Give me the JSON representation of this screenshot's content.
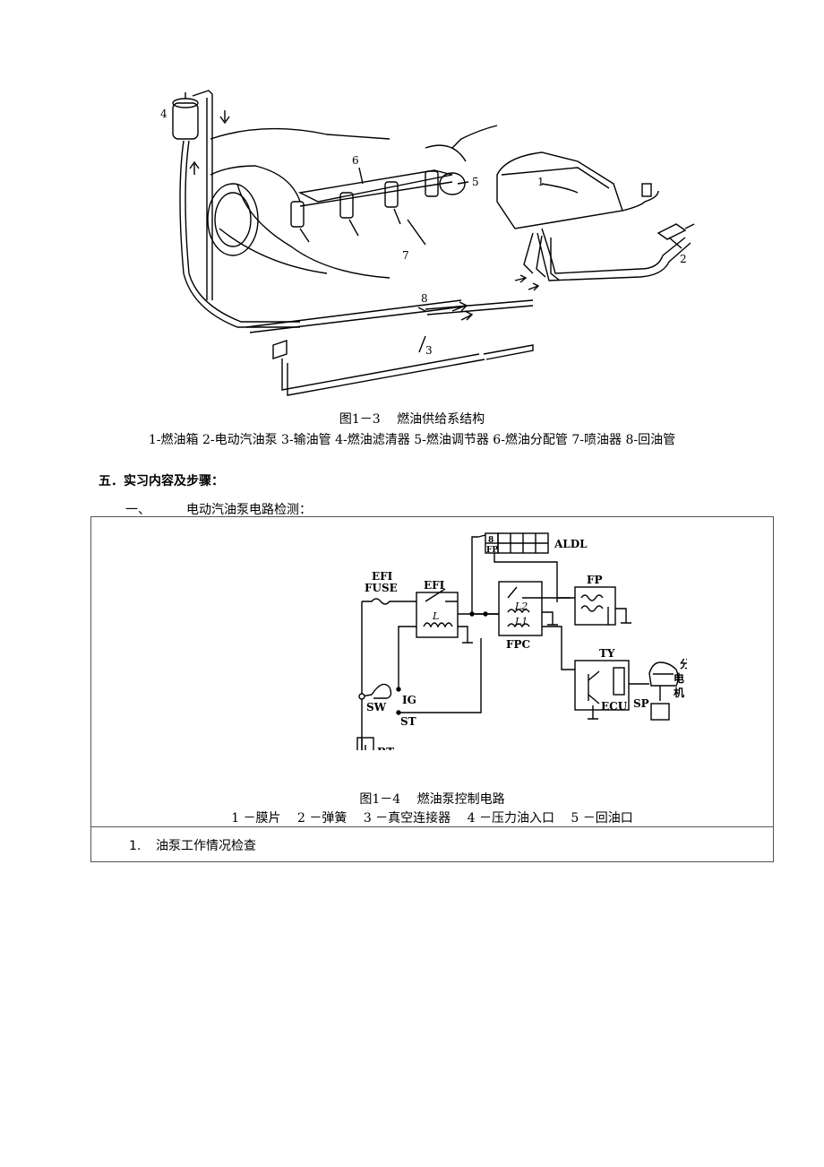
{
  "figure1": {
    "caption": "图1－3　 燃油供给系结构",
    "legend": "1-燃油箱  2-电动汽油泵  3-输油管  4-燃油滤清器  5-燃油调节器  6-燃油分配管  7-喷油器  8-回油管",
    "labels": {
      "l1": "1",
      "l2": "2",
      "l3": "3",
      "l4": "4",
      "l5": "5",
      "l6": "6",
      "l7": "7",
      "l8": "8"
    }
  },
  "section": {
    "heading": "五．实习内容及步骤：",
    "sub_number": "一、",
    "sub_title": "电动汽油泵电路检测："
  },
  "figure2": {
    "caption": "图1－4　 燃油泵控制电路",
    "legend": "1 －膜片　 2 －弹簧　 3 －真空连接器　 4 －压力油入口　 5 －回油口",
    "labels": {
      "efi_fuse_1": "EFI",
      "efi_fuse_2": "FUSE",
      "efi": "EFI",
      "aldl": "ALDL",
      "pin8": "8",
      "pinfp": "FP",
      "fp": "FP",
      "fpc": "FPC",
      "l1": "L1",
      "l2": "L2",
      "l": "L",
      "ig": "IG",
      "sw": "SW",
      "st": "ST",
      "bt": "BT",
      "ty": "TY",
      "ecu": "ECU",
      "sp": "SP",
      "fen": "分",
      "dian": "电",
      "ji": "机"
    }
  },
  "item": {
    "number": "1.",
    "text": "油泵工作情况检查"
  }
}
